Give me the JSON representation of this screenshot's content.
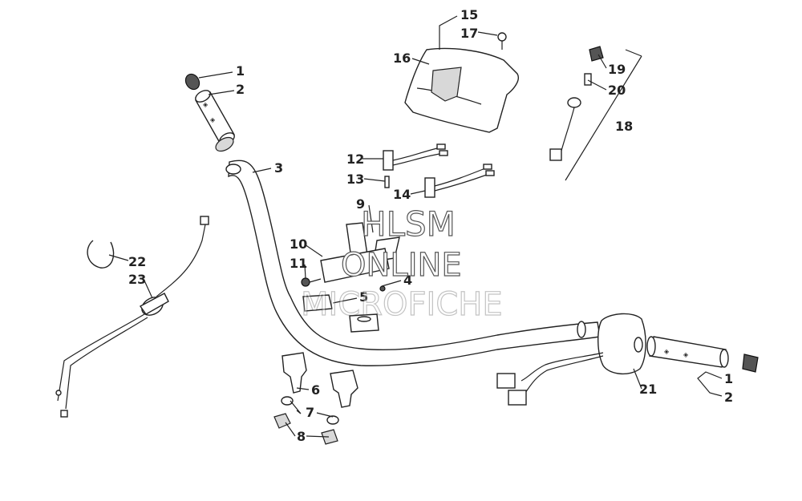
{
  "watermark": {
    "line1": "HLSM",
    "line2": "ONLINE",
    "line3": "MICROFICHE"
  },
  "callouts": [
    "1",
    "2",
    "3",
    "4",
    "5",
    "6",
    "7",
    "8",
    "9",
    "10",
    "11",
    "12",
    "13",
    "14",
    "15",
    "16",
    "17",
    "18",
    "19",
    "20",
    "21",
    "22",
    "23",
    "1",
    "2"
  ]
}
